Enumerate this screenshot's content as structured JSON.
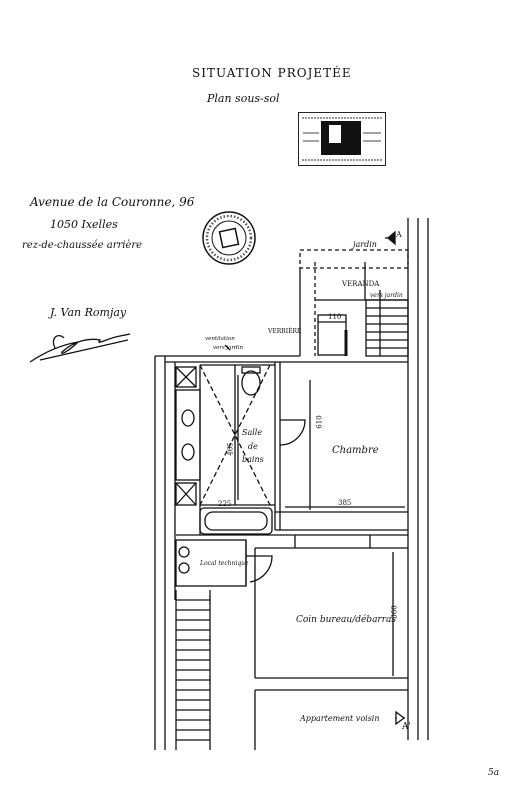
{
  "header": {
    "title": "SITUATION PROJETÉE",
    "subtitle": "Plan sous-sol"
  },
  "address": {
    "line1": "Avenue de la Couronne, 96",
    "line2": "1050 Ixelles",
    "line3": "rez-de-chaussée arrière"
  },
  "author": {
    "name": "J. Van Romjay"
  },
  "labels": {
    "jardin_top": "jardin",
    "section_a": "A",
    "section_a_prime": "A'",
    "veranda": "VERANDA",
    "vers_jardin": "vers jardin",
    "verriere": "VERRIÈRE",
    "ventilation": "ventilation",
    "vers_jardin_left": "vers jardin",
    "salle_de_bains_1": "Salle",
    "salle_de_bains_2": "de",
    "salle_de_bains_3": "bains",
    "chambre": "Chambre",
    "local_technique": "Local technique",
    "coin_bureau": "Coin bureau/débarras",
    "appartement_voisin": "Appartement voisin"
  },
  "dimensions": {
    "d110": "110",
    "d610": "610",
    "d465": "465",
    "d225": "225",
    "d385": "385",
    "d360": "360"
  },
  "page_mark": "5a"
}
